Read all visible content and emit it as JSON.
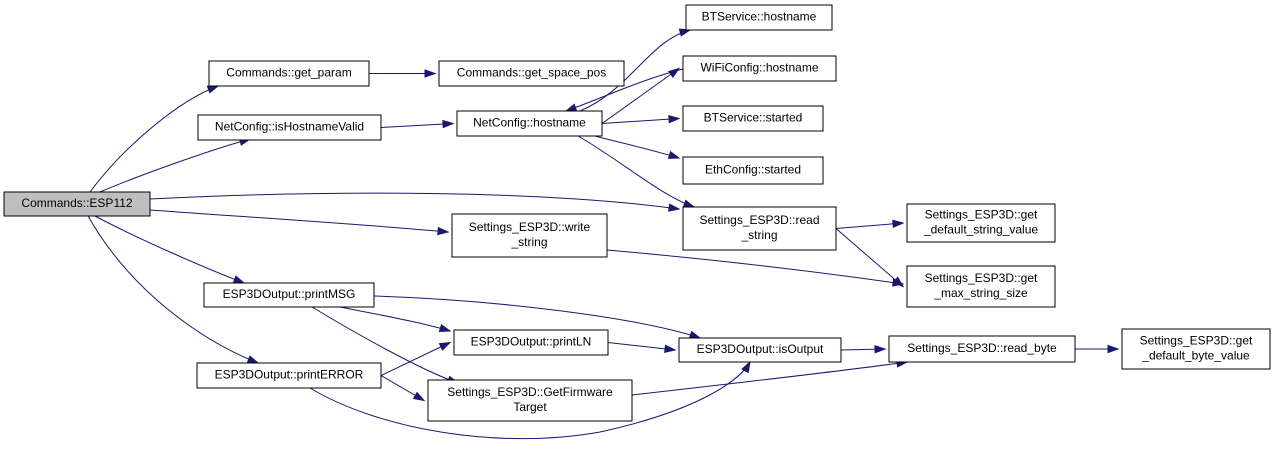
{
  "graph": {
    "edge_color": "#191970",
    "root_fill": "#bfbfbf",
    "nodes": [
      {
        "id": "esp112",
        "lines": [
          "Commands::ESP112"
        ],
        "root": true
      },
      {
        "id": "get_param",
        "lines": [
          "Commands::get_param"
        ]
      },
      {
        "id": "get_space_pos",
        "lines": [
          "Commands::get_space_pos"
        ]
      },
      {
        "id": "isHostnameValid",
        "lines": [
          "NetConfig::isHostnameValid"
        ]
      },
      {
        "id": "net_hostname",
        "lines": [
          "NetConfig::hostname"
        ]
      },
      {
        "id": "bt_hostname",
        "lines": [
          "BTService::hostname"
        ]
      },
      {
        "id": "wifi_hostname",
        "lines": [
          "WiFiConfig::hostname"
        ]
      },
      {
        "id": "bt_started",
        "lines": [
          "BTService::started"
        ]
      },
      {
        "id": "eth_started",
        "lines": [
          "EthConfig::started"
        ]
      },
      {
        "id": "read_string",
        "lines": [
          "Settings_ESP3D::read",
          "_string"
        ]
      },
      {
        "id": "write_string",
        "lines": [
          "Settings_ESP3D::write",
          "_string"
        ]
      },
      {
        "id": "get_default_string",
        "lines": [
          "Settings_ESP3D::get",
          "_default_string_value"
        ]
      },
      {
        "id": "get_max_string",
        "lines": [
          "Settings_ESP3D::get",
          "_max_string_size"
        ]
      },
      {
        "id": "printMSG",
        "lines": [
          "ESP3DOutput::printMSG"
        ]
      },
      {
        "id": "printLN",
        "lines": [
          "ESP3DOutput::printLN"
        ]
      },
      {
        "id": "isOutput",
        "lines": [
          "ESP3DOutput::isOutput"
        ]
      },
      {
        "id": "read_byte",
        "lines": [
          "Settings_ESP3D::read_byte"
        ]
      },
      {
        "id": "get_default_byte",
        "lines": [
          "Settings_ESP3D::get",
          "_default_byte_value"
        ]
      },
      {
        "id": "printERROR",
        "lines": [
          "ESP3DOutput::printERROR"
        ]
      },
      {
        "id": "getFirmware",
        "lines": [
          "Settings_ESP3D::GetFirmware",
          "Target"
        ]
      }
    ],
    "edges": [
      [
        "esp112",
        "get_param"
      ],
      [
        "esp112",
        "isHostnameValid"
      ],
      [
        "esp112",
        "read_string"
      ],
      [
        "esp112",
        "write_string"
      ],
      [
        "esp112",
        "printMSG"
      ],
      [
        "esp112",
        "printERROR"
      ],
      [
        "get_param",
        "get_space_pos"
      ],
      [
        "isHostnameValid",
        "net_hostname"
      ],
      [
        "net_hostname",
        "bt_hostname"
      ],
      [
        "net_hostname",
        "wifi_hostname"
      ],
      [
        "wifi_hostname",
        "net_hostname"
      ],
      [
        "net_hostname",
        "bt_started"
      ],
      [
        "net_hostname",
        "eth_started"
      ],
      [
        "net_hostname",
        "read_string"
      ],
      [
        "read_string",
        "get_default_string"
      ],
      [
        "read_string",
        "get_max_string"
      ],
      [
        "write_string",
        "get_max_string"
      ],
      [
        "printMSG",
        "printLN"
      ],
      [
        "printMSG",
        "isOutput"
      ],
      [
        "printMSG",
        "getFirmware"
      ],
      [
        "printLN",
        "isOutput"
      ],
      [
        "isOutput",
        "read_byte"
      ],
      [
        "read_byte",
        "get_default_byte"
      ],
      [
        "printERROR",
        "printLN"
      ],
      [
        "printERROR",
        "getFirmware"
      ],
      [
        "printERROR",
        "isOutput"
      ],
      [
        "getFirmware",
        "read_byte"
      ]
    ]
  }
}
